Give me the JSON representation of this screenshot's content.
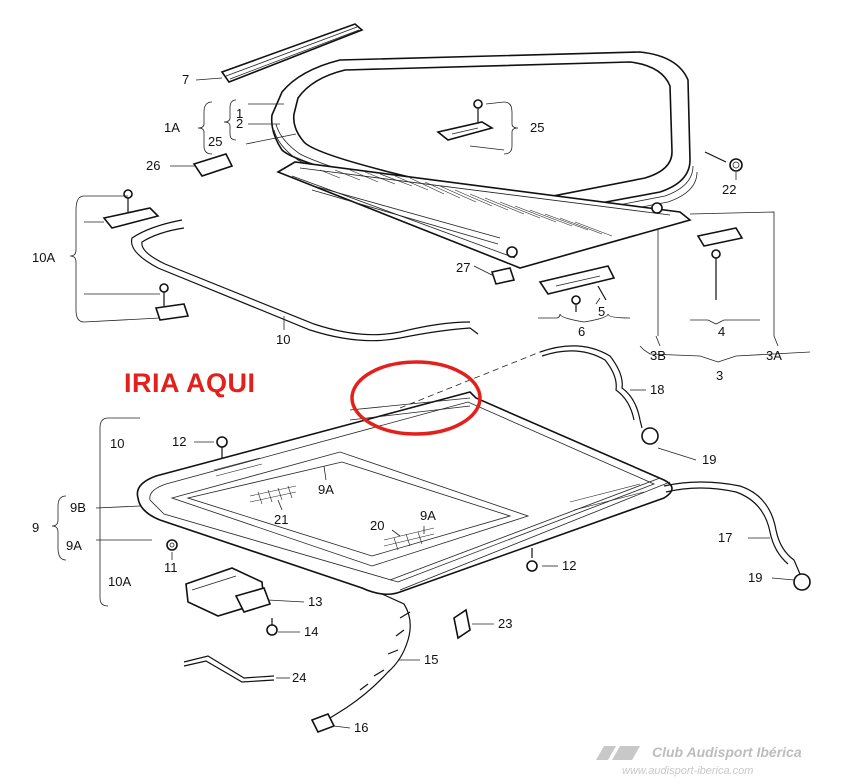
{
  "annotation": {
    "text": "IRIA AQUI",
    "color": "#e3201b"
  },
  "labels": [
    {
      "id": "7",
      "text": "7"
    },
    {
      "id": "1",
      "text": "1"
    },
    {
      "id": "1A",
      "text": "1A"
    },
    {
      "id": "2",
      "text": "2"
    },
    {
      "id": "25a",
      "text": "25"
    },
    {
      "id": "25b",
      "text": "25"
    },
    {
      "id": "26",
      "text": "26"
    },
    {
      "id": "22",
      "text": "22"
    },
    {
      "id": "10A-top",
      "text": "10A"
    },
    {
      "id": "10-top",
      "text": "10"
    },
    {
      "id": "27",
      "text": "27"
    },
    {
      "id": "5",
      "text": "5"
    },
    {
      "id": "6",
      "text": "6"
    },
    {
      "id": "4",
      "text": "4"
    },
    {
      "id": "3B",
      "text": "3B"
    },
    {
      "id": "3A",
      "text": "3A"
    },
    {
      "id": "3",
      "text": "3"
    },
    {
      "id": "18",
      "text": "18"
    },
    {
      "id": "19a",
      "text": "19"
    },
    {
      "id": "10-bottom",
      "text": "10"
    },
    {
      "id": "12a",
      "text": "12"
    },
    {
      "id": "9A-a",
      "text": "9A"
    },
    {
      "id": "9B",
      "text": "9B"
    },
    {
      "id": "9",
      "text": "9"
    },
    {
      "id": "9A-left",
      "text": "9A"
    },
    {
      "id": "21",
      "text": "21"
    },
    {
      "id": "20",
      "text": "20"
    },
    {
      "id": "9A-b",
      "text": "9A"
    },
    {
      "id": "17",
      "text": "17"
    },
    {
      "id": "11",
      "text": "11"
    },
    {
      "id": "12b",
      "text": "12"
    },
    {
      "id": "19b",
      "text": "19"
    },
    {
      "id": "10A-bottom",
      "text": "10A"
    },
    {
      "id": "13",
      "text": "13"
    },
    {
      "id": "14",
      "text": "14"
    },
    {
      "id": "23",
      "text": "23"
    },
    {
      "id": "15",
      "text": "15"
    },
    {
      "id": "24",
      "text": "24"
    },
    {
      "id": "16",
      "text": "16"
    }
  ],
  "watermark": {
    "brand": "Club Audisport Ibérica",
    "url": "www.audisport-iberica.com"
  }
}
